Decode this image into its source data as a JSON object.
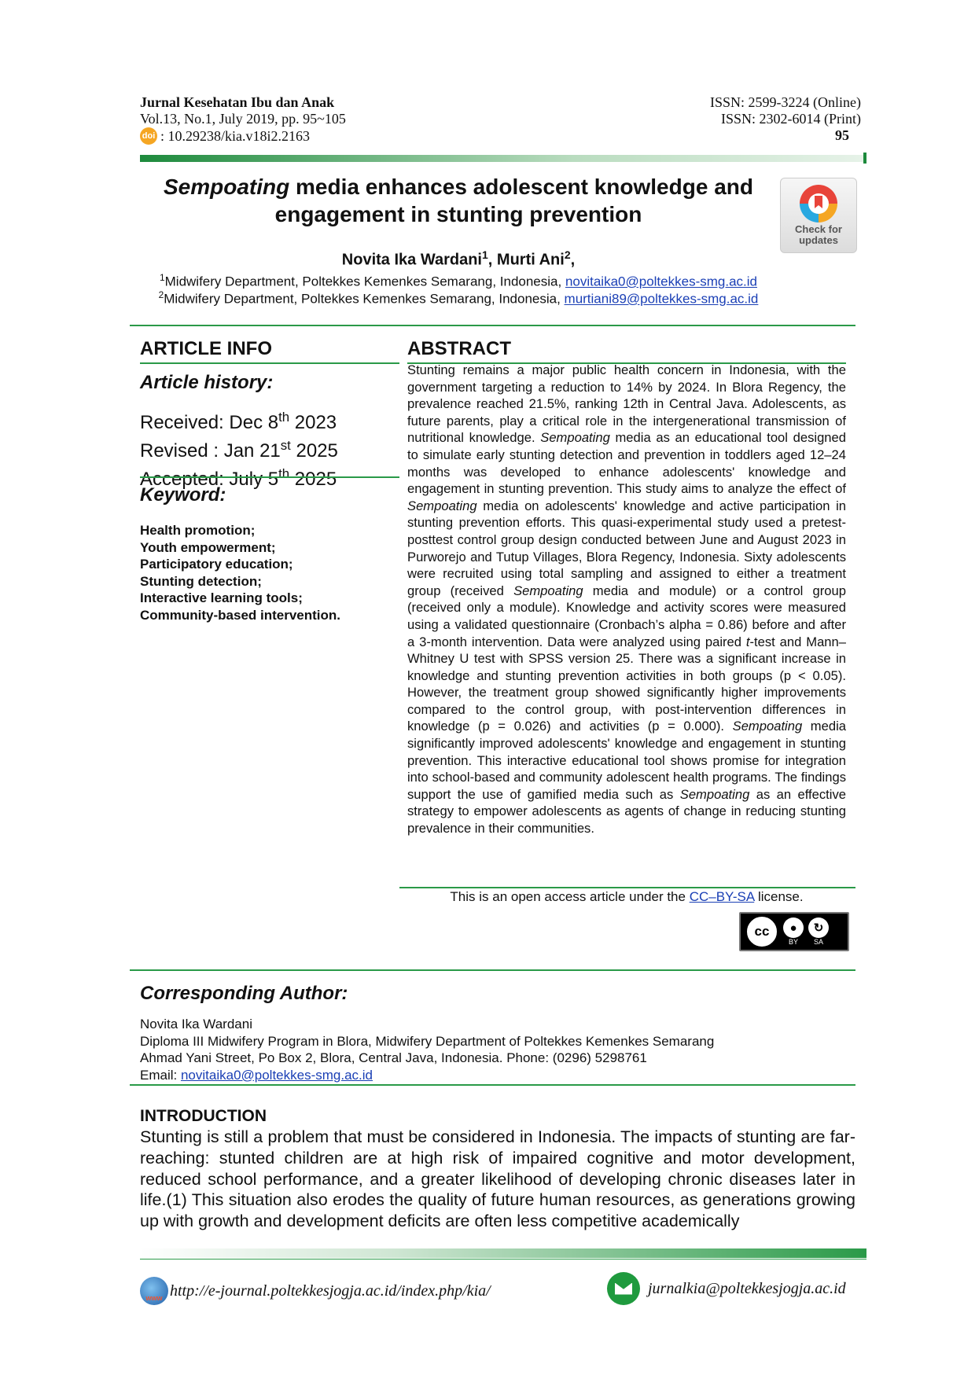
{
  "header": {
    "journal_name": "Jurnal Kesehatan Ibu dan Anak",
    "volume": "Vol.13, No.1, July 2019, pp. 95~105",
    "doi_badge": "doi",
    "doi": ": 10.29238/kia.v18i2.2163",
    "issn_online": "ISSN: 2599-3224 (Online)",
    "issn_print": "ISSN: 2302-6014 (Print)",
    "page_number": "95"
  },
  "title": {
    "italic_part": "Sempoating",
    "rest_line1": " media enhances adolescent knowledge and",
    "line2": "engagement in stunting prevention"
  },
  "check_updates": {
    "line1": "Check for",
    "line2": "updates"
  },
  "authors": {
    "author1": "Novita Ika Wardani",
    "author1_sup": "1",
    "sep": ", ",
    "author2": "Murti Ani",
    "author2_sup": "2",
    "trail": ","
  },
  "affiliations": [
    {
      "sup": "1",
      "text": "Midwifery Department, Poltekkes Kemenkes Semarang, Indonesia, ",
      "email": "novitaika0@poltekkes-smg.ac.id"
    },
    {
      "sup": "2",
      "text": "Midwifery Department, Poltekkes Kemenkes Semarang, Indonesia, ",
      "email": "murtiani89@poltekkes-smg.ac.id"
    }
  ],
  "article_info": {
    "heading": "ARTICLE INFO",
    "history_heading": "Article history:",
    "received_prefix": "Received: Dec 8",
    "received_sup": "th",
    "received_year": " 2023",
    "revised_prefix": "Revised  : Jan 21",
    "revised_sup": "st",
    "revised_year": " 2025",
    "accepted_prefix": "Accepted: July 5",
    "accepted_sup": "th",
    "accepted_year": " 2025",
    "keyword_heading": "Keyword:",
    "keywords": [
      "Health promotion;",
      "Youth empowerment;",
      "Participatory education;",
      "Stunting detection;",
      "Interactive learning tools;",
      "Community-based intervention."
    ]
  },
  "abstract": {
    "heading": "ABSTRACT",
    "parts": [
      "Stunting remains a major public health concern in Indonesia, with the government targeting a reduction to 14% by 2024. In Blora Regency, the prevalence reached 21.5%, ranking 12th in Central Java. Adolescents, as future parents, play a critical role in the intergenerational transmission of nutritional knowledge. ",
      "Sempoating",
      " media as an educational tool designed to simulate early stunting detection and prevention in toddlers aged 12–24 months was developed to enhance adolescents' knowledge and engagement in stunting prevention. This study aims to analyze the effect of ",
      "Sempoating",
      " media on adolescents' knowledge and active participation in stunting prevention efforts. This quasi-experimental study used a pretest-posttest control group design conducted between June and August 2023 in Purworejo and Tutup Villages, Blora Regency, Indonesia. Sixty adolescents were recruited using total sampling and assigned to either a treatment group (received ",
      "Sempoating",
      " media and module) or a control group (received only a module). Knowledge and activity scores were measured using a validated questionnaire (Cronbach’s alpha = 0.86) before and after a 3-month intervention. Data were analyzed using paired ",
      "t",
      "-test and Mann–Whitney U test with SPSS version 25. There was a significant increase in knowledge and stunting prevention activities in both groups (p < 0.05). However, the treatment group showed significantly higher improvements compared to the control group, with post-intervention differences in knowledge (p = 0.026) and activities (p = 0.000). ",
      "Sempoating",
      " media significantly improved adolescents' knowledge and engagement in stunting prevention. This interactive educational tool shows promise for integration into school-based and community adolescent health programs. The findings support the use of gamified media such as ",
      "Sempoating",
      " as an effective strategy to empower adolescents as agents of change in reducing stunting prevalence in their communities."
    ]
  },
  "license": {
    "prefix": "This is an open access article under the ",
    "link": "CC–BY-SA",
    "suffix": " license.",
    "badge_cc": "cc",
    "badge_by": "BY",
    "badge_sa": "SA"
  },
  "corresponding": {
    "heading": "Corresponding Author:",
    "name": "Novita Ika Wardani",
    "program": "Diploma III Midwifery Program in Blora, Midwifery Department of Poltekkes Kemenkes Semarang",
    "address": "Ahmad Yani Street, Po Box 2, Blora, Central Java, Indonesia. Phone: (0296) 5298761",
    "email_label": "Email: ",
    "email": "novitaika0@poltekkes-smg.ac.id"
  },
  "introduction": {
    "heading": "INTRODUCTION",
    "text": "Stunting is still a problem that must be considered in Indonesia. The impacts of stunting are far-reaching: stunted children are at high risk of impaired cognitive and motor development, reduced school performance, and a greater likelihood of developing chronic diseases later in life.(1) This situation also erodes the quality of future human resources, as generations growing up with growth and development deficits are often less competitive academically"
  },
  "footer": {
    "url": "http://e-journal.poltekkesjogja.ac.id/index.php/kia/",
    "email": "jurnalkia@poltekkesjogja.ac.id"
  }
}
